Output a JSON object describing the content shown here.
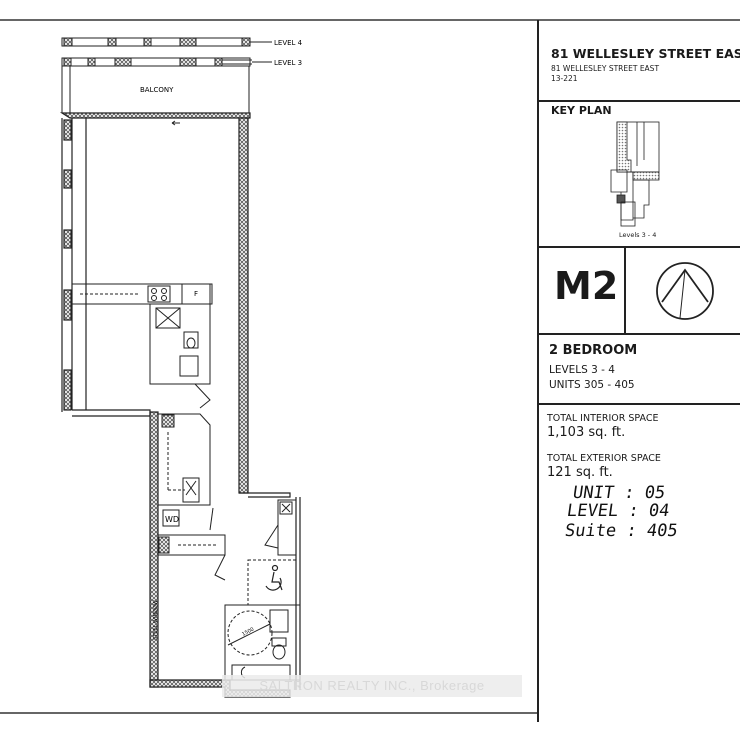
{
  "plan": {
    "level_4_label": "LEVEL 4",
    "level_3_label": "LEVEL 3",
    "balcony_label": "BALCONY",
    "fridge_label": "F",
    "washer_dryer_label": "WD",
    "window_label": "STEEL WINDOW",
    "turning_circle_label": "1500"
  },
  "header": {
    "building_title": "81 WELLESLEY STREET EAST",
    "building_subtitle": "81 WELLESLEY STREET EAST",
    "project_code": "13-221"
  },
  "key_plan": {
    "title": "KEY PLAN",
    "caption": "Levels 3 - 4"
  },
  "model": {
    "name": "M2",
    "north_arrow_icon": "north-arrow-icon"
  },
  "unit": {
    "type": "2 BEDROOM",
    "levels": "LEVELS 3 - 4",
    "units": "UNITS 305 - 405"
  },
  "areas": {
    "interior_label": "TOTAL INTERIOR SPACE",
    "interior_value": "1,103 sq. ft.",
    "exterior_label": "TOTAL EXTERIOR SPACE",
    "exterior_value": "121 sq. ft."
  },
  "handwritten": {
    "unit": "UNIT : 05",
    "level": "LEVEL : 04",
    "suite": "Suite : 405"
  },
  "watermark": "SALTRON REALTY INC., Brokerage"
}
